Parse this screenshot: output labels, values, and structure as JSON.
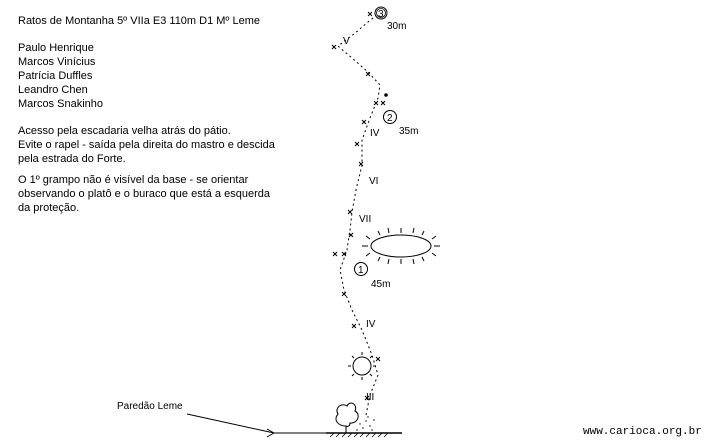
{
  "route": {
    "title": "Ratos de Montanha 5º VIIa E3 110m  D1 Mº Leme",
    "climbers": [
      "Paulo Henrique",
      "Marcos Vinícius",
      "Patrícia Duffles",
      "Leandro Chen",
      "Marcos Snakinho"
    ],
    "notes": [
      "Acesso pela escadaria velha atrás do pátio.",
      "Evite o rapel - saída pela direita do mastro e descida",
      "pela estrada do Forte.",
      "O 1º grampo não é visível da base - se orientar",
      "observando o platô e o buraco que está a esquerda",
      "da proteção."
    ]
  },
  "diagram": {
    "wall_label": "Paredão Leme",
    "pitches": [
      {
        "number": "1",
        "length": "45m"
      },
      {
        "number": "2",
        "length": "35m"
      },
      {
        "number": "3",
        "length": "30m"
      }
    ],
    "grades": [
      "III",
      "IV",
      "VII",
      "VI",
      "IV",
      "V"
    ]
  },
  "footer": {
    "website": "www.carioca.org.br"
  }
}
